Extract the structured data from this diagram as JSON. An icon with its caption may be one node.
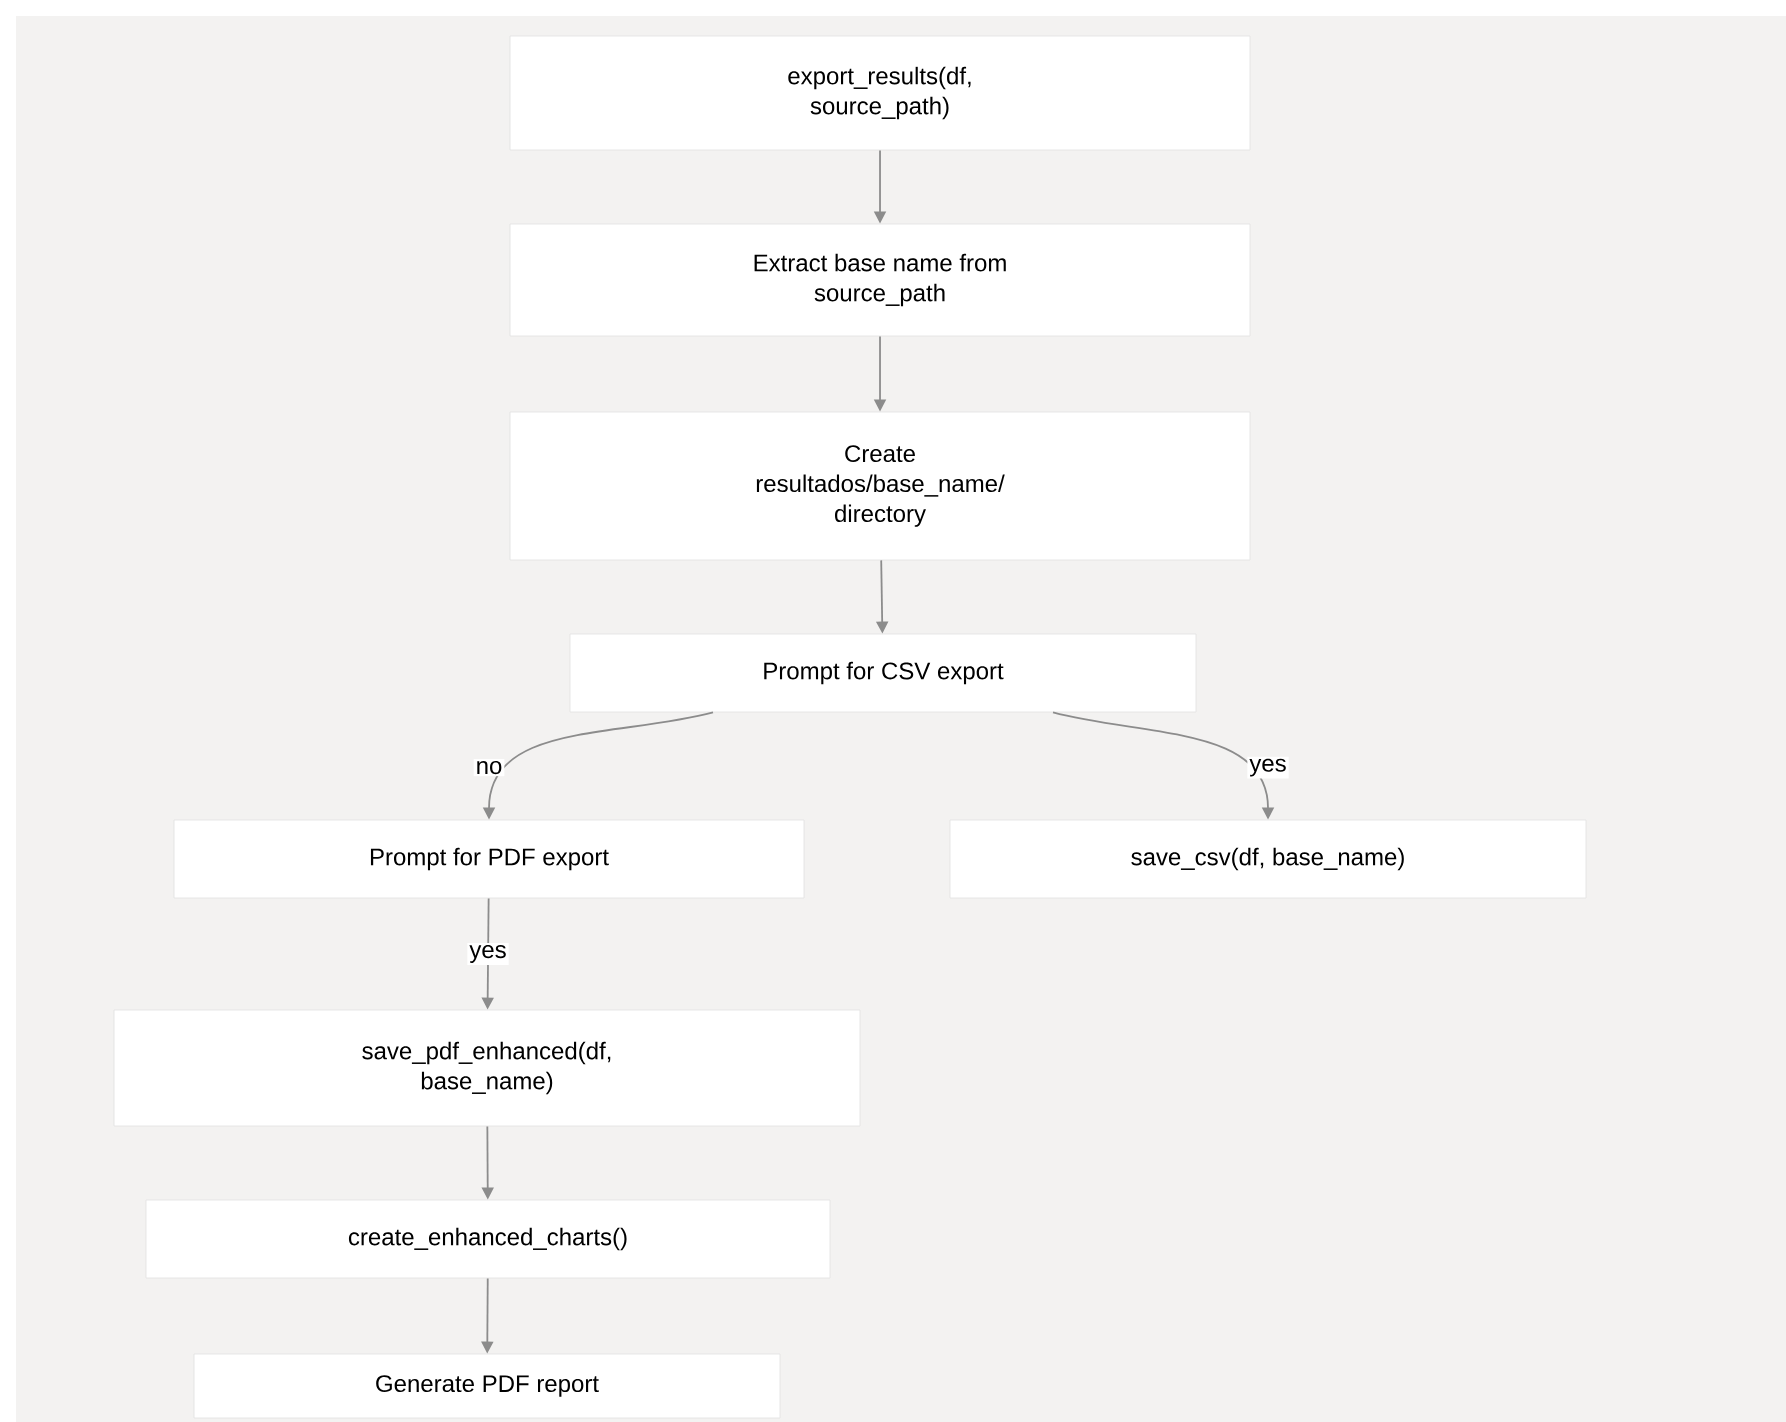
{
  "diagram": {
    "nodes": [
      {
        "text": [
          "export_results(df, source_path)"
        ]
      },
      {
        "text": [
          "Extract base name from source_path"
        ]
      },
      {
        "text": [
          "Create resultados/base_name/ directory"
        ]
      },
      {
        "text": [
          "Prompt for CSV export"
        ]
      },
      {
        "text": [
          "Prompt for PDF export"
        ]
      },
      {
        "text": [
          "save_csv(df, base_name)"
        ]
      },
      {
        "text": [
          "save_pdf_enhanced(df, base_name)"
        ]
      },
      {
        "text": [
          "create_enhanced_charts()"
        ]
      },
      {
        "text": [
          "Generate PDF report"
        ]
      }
    ],
    "edges": [
      {
        "from": 0,
        "to": 1,
        "arrow": "to"
      },
      {
        "from": 1,
        "to": 2,
        "arrow": "to"
      },
      {
        "from": 2,
        "to": 3,
        "arrow": "to"
      },
      {
        "from": 3,
        "to": 4,
        "arrow": "to",
        "label": "no"
      },
      {
        "from": 3,
        "to": 5,
        "arrow": "to",
        "label": "yes"
      },
      {
        "from": 4,
        "to": 6,
        "arrow": "to",
        "label": "yes"
      },
      {
        "from": 6,
        "to": 7,
        "arrow": "to"
      },
      {
        "from": 7,
        "to": 8,
        "arrow": "to"
      }
    ]
  }
}
